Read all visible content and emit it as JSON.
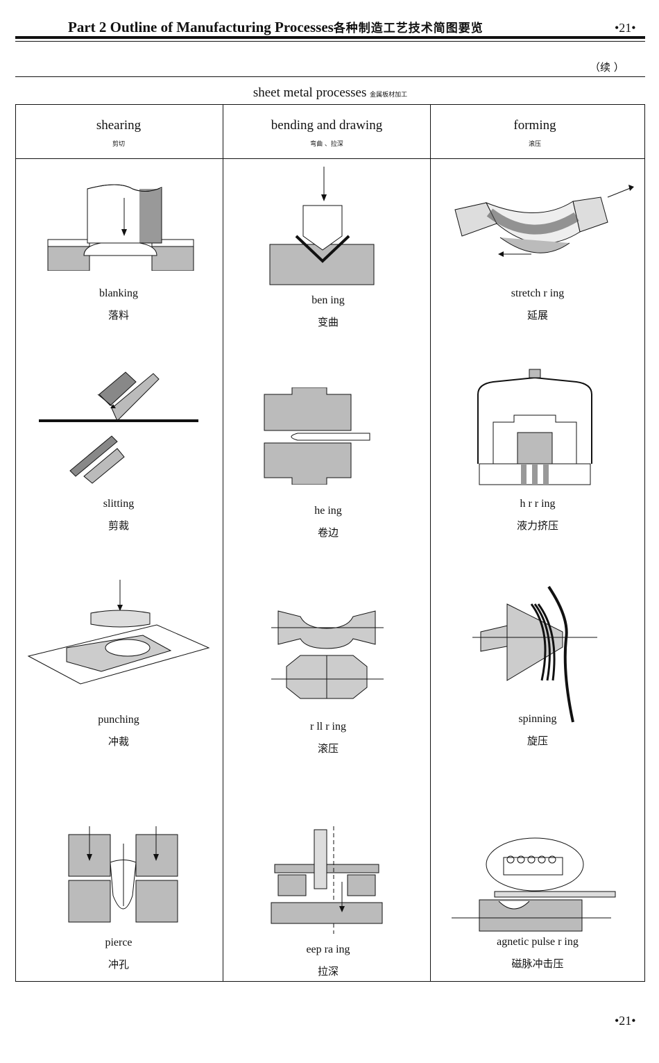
{
  "header": {
    "title": "Part 2   Outline of Manufacturing Processes",
    "title_cn": "各种制造工艺技术简图要览",
    "page_number_top": "•21•",
    "continued": "（续 ）",
    "page_number_bottom": "•21•"
  },
  "section": {
    "title": "sheet metal processes",
    "title_cn": "金属板材加工"
  },
  "columns": [
    {
      "en": "shearing",
      "cn": "剪切"
    },
    {
      "en": "bending and drawing",
      "cn": "弯曲    、拉深"
    },
    {
      "en": "forming",
      "cn": "滚压"
    }
  ],
  "cells": [
    {
      "en": "blanking",
      "cn": "落料"
    },
    {
      "en": "ben  ing",
      "cn": "变曲"
    },
    {
      "en": "stretch    r   ing",
      "cn": "延展"
    },
    {
      "en": "slitting",
      "cn": "剪裁"
    },
    {
      "en": "he      ing",
      "cn": "卷边"
    },
    {
      "en": "h    r     r   ing",
      "cn": "液力挤压"
    },
    {
      "en": "punching",
      "cn": "冲裁"
    },
    {
      "en": "r  ll    r   ing",
      "cn": "滚压"
    },
    {
      "en": "spinning",
      "cn": "旋压"
    },
    {
      "en": "pierce",
      "cn": "冲孔"
    },
    {
      "en": "eep    ra   ing",
      "cn": "拉深"
    },
    {
      "en": "agnetic pulse    r   ing",
      "cn": "磁脉冲击压"
    }
  ]
}
